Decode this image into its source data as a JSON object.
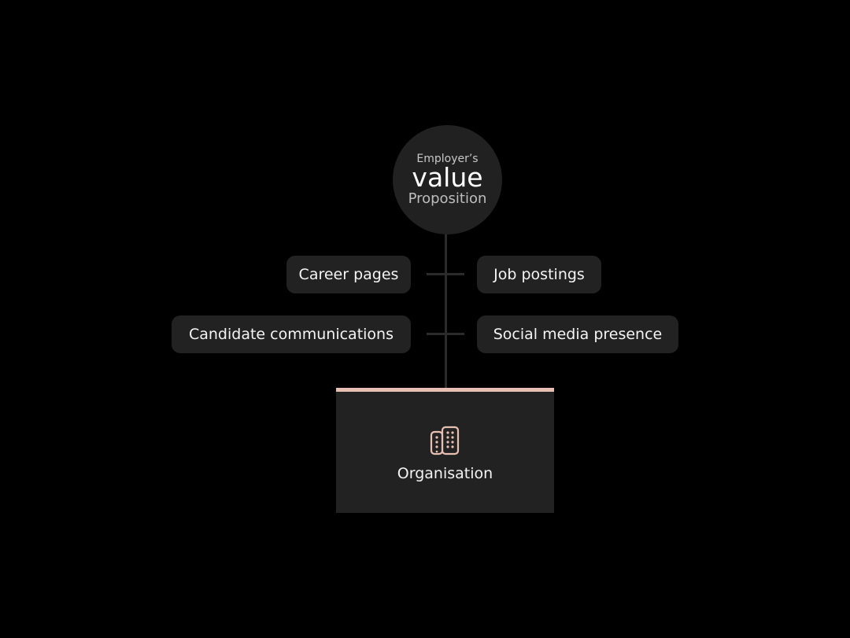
{
  "colors": {
    "background": "#000000",
    "node_fill": "#222222",
    "connector": "#2b2b2b",
    "accent": "#e8c0b3"
  },
  "value_proposition": {
    "line1": "Employer’s",
    "line2": "value",
    "line3": "Proposition"
  },
  "channels": {
    "career_pages": "Career pages",
    "job_postings": "Job postings",
    "candidate_communications": "Candidate communications",
    "social_media_presence": "Social media presence"
  },
  "organisation": {
    "label": "Organisation",
    "icon": "buildings-icon"
  }
}
